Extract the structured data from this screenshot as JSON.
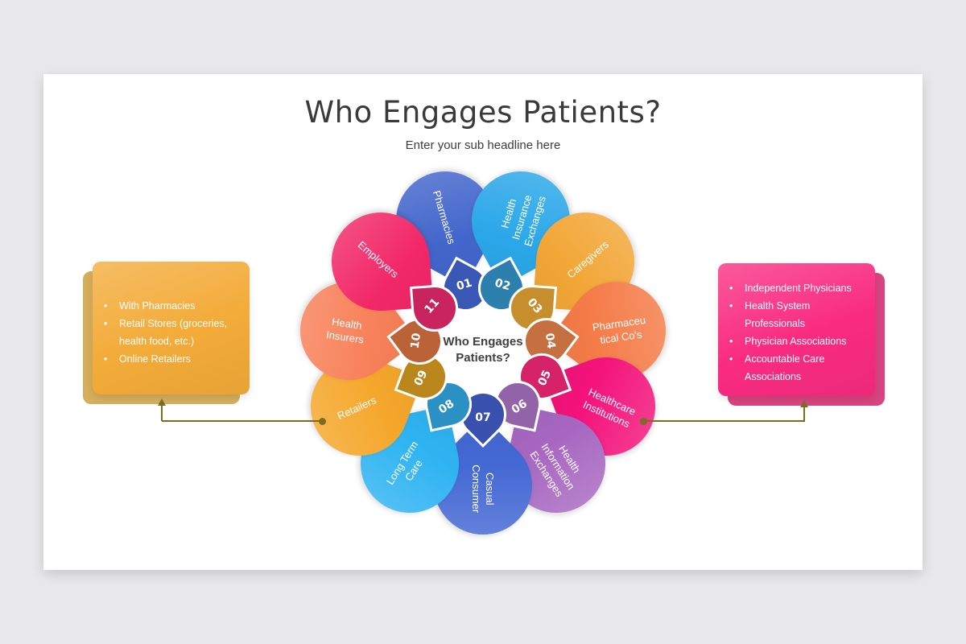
{
  "page": {
    "background": "#e8e8ea",
    "slide_background": "#ffffff"
  },
  "header": {
    "title": "Who Engages Patients?",
    "subtitle": "Enter your sub headline here"
  },
  "center": {
    "label": "Who Engages Patients?"
  },
  "petals": [
    {
      "number": "01",
      "label": "Pharmacies",
      "petal_color": "#4366cc",
      "number_color": "#3a57b5"
    },
    {
      "number": "02",
      "label": "Health Insurance Exchanges",
      "petal_color": "#2ba7e9",
      "number_color": "#2d7fae"
    },
    {
      "number": "03",
      "label": "Caregivers",
      "petal_color": "#f2a636",
      "number_color": "#c68e2d"
    },
    {
      "number": "04",
      "label": "Pharmaceu tical Co's",
      "petal_color": "#f57c49",
      "number_color": "#c66f41"
    },
    {
      "number": "05",
      "label": "Healthcare Institutions",
      "petal_color": "#f4137b",
      "number_color": "#d62368"
    },
    {
      "number": "06",
      "label": "Health Information Exchanges",
      "petal_color": "#a767c1",
      "number_color": "#9263a8"
    },
    {
      "number": "07",
      "label": "Casual Consumer",
      "petal_color": "#4468d4",
      "number_color": "#3a50ae"
    },
    {
      "number": "08",
      "label": "Long Term Care",
      "petal_color": "#2eb3f2",
      "number_color": "#2b90c4"
    },
    {
      "number": "09",
      "label": "Retailers",
      "petal_color": "#f5a72b",
      "number_color": "#bb861c"
    },
    {
      "number": "10",
      "label": "Health Insurers",
      "petal_color": "#f8815a",
      "number_color": "#bb6238"
    },
    {
      "number": "11",
      "label": "Employers",
      "petal_color": "#f22768",
      "number_color": "#c9245e"
    }
  ],
  "callouts": {
    "left": {
      "color": "#f3ab39",
      "color_light": "#f9c44d",
      "color_back": "#cfa040",
      "items": [
        "With Pharmacies",
        "Retail Stores (groceries, health food, etc.)",
        "Online Retailers"
      ]
    },
    "right": {
      "color": "#f92b80",
      "color_light": "#fb5d9d",
      "color_back": "#d12368",
      "items": [
        "Independent Physicians",
        "Health System Professionals",
        "Physician Associations",
        "Accountable Care Associations"
      ]
    }
  },
  "connector_color": "#7a6c20"
}
